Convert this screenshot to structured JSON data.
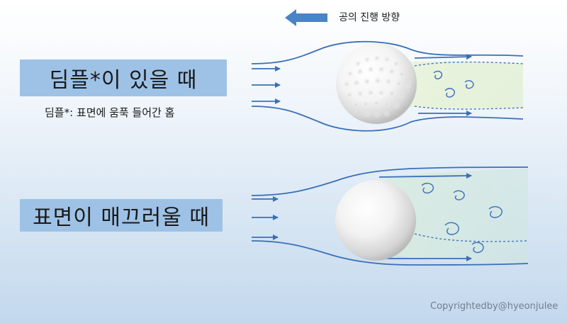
{
  "direction": {
    "label": "공의 진행 방향",
    "arrow_color": "#4a83c6"
  },
  "dimpled": {
    "title": "딤플*이 있을 때",
    "note": "딤플*: 표면에 움푹 들어간 홈"
  },
  "smooth": {
    "title": "표면이 매끄러울 때"
  },
  "credit": "Copyrightedby@hyeonjulee",
  "colors": {
    "streamline": "#3a6fb8",
    "wake": "#e3f0d6",
    "label_box": "#9ec2e6",
    "background_bottom": "#c3d8ed"
  }
}
